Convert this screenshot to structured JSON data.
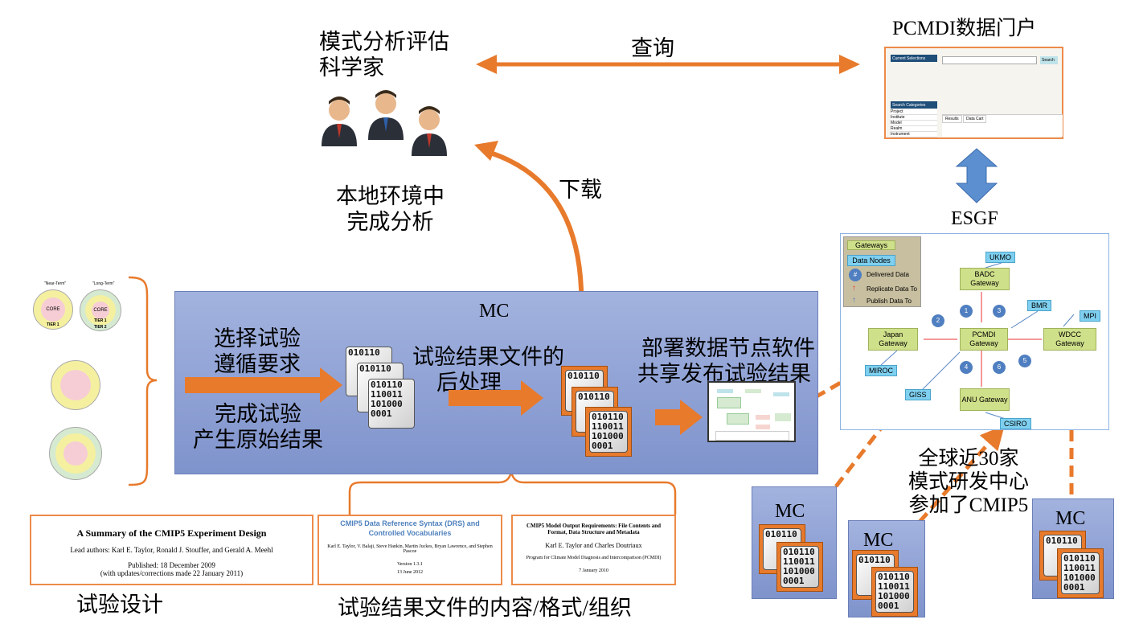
{
  "scientists": {
    "title_line1": "模式分析评估",
    "title_line2": "科学家",
    "local_line1": "本地环境中",
    "local_line2": "完成分析"
  },
  "query_label": "查询",
  "download_label": "下载",
  "portal": {
    "title": "PCMDI数据门户",
    "current_selections": "Current Selections",
    "search_button": "Search",
    "search_categories": "Search Categories",
    "categories": [
      "Project",
      "Institute",
      "Model",
      "Realm",
      "Instrument"
    ],
    "tabs": [
      "Results",
      "Data Cart"
    ]
  },
  "esgf": {
    "label": "ESGF",
    "legend": {
      "gateways": "Gateways",
      "data_nodes": "Data Nodes",
      "delivered": "Delivered Data",
      "delivered_symbol": "#",
      "replicate": "Replicate Data To",
      "publish": "Publish Data To"
    },
    "gateways": {
      "badc": "BADC Gateway",
      "pcmdi": "PCMDI Gateway",
      "japan": "Japan Gateway",
      "wdcc": "WDCC Gateway",
      "anu": "ANU Gateway"
    },
    "nodes": {
      "ukmo": "UKMO",
      "bmr": "BMR",
      "mpi": "MPI",
      "miroc": "MIROC",
      "giss": "GISS",
      "csiro": "CSIRO"
    },
    "numbers": [
      "1",
      "2",
      "3",
      "4",
      "5",
      "6"
    ]
  },
  "mc": {
    "title": "MC",
    "step1_line1": "选择试验",
    "step1_line2": "遵循要求",
    "step2_line1": "完成试验",
    "step2_line2": "产生原始结果",
    "step3_line1": "试验结果文件的",
    "step3_line2": "后处理",
    "step4_line1": "部署数据节点软件",
    "step4_line2": "共享发布试验结果"
  },
  "binary": [
    "010110",
    "110011",
    "101000",
    "0001"
  ],
  "docs": [
    {
      "title": "A Summary of the CMIP5 Experiment Design",
      "authors": "Lead authors: Karl E. Taylor, Ronald J. Stouffer, and Gerald A. Meehl",
      "line3": "Published: 18 December 2009",
      "line4": "(with updates/corrections made 22 January 2011)"
    },
    {
      "title": "CMIP5 Data Reference Syntax (DRS) and Controlled Vocabularies",
      "authors": "Karl E. Taylor, V. Balaji, Steve Hankin, Martin Juckes, Bryan Lawrence, and Stephen Pascoe",
      "line3": "Version 1.3.1",
      "line4": "13 June 2012"
    },
    {
      "title": "CMIP5 Model Output Requirements: File Contents and Format, Data Structure and Metadata",
      "authors": "Karl E. Taylor and Charles Doutriaux",
      "line3": "Program for Climate Model Diagnosis and Intercomparison (PCMDI)",
      "line4": "7 January 2010"
    }
  ],
  "tiers": {
    "near_term": "\"Near-Term\"",
    "long_term": "\"Long-Term\"",
    "core": "CORE",
    "tier1": "TIER 1",
    "tier2": "TIER 2"
  },
  "design_label": "试验设计",
  "format_label": "试验结果文件的内容/格式/组织",
  "global": {
    "line1": "全球近30家",
    "line2": "模式研发中心",
    "line3": "参加了CMIP5"
  },
  "small_mc": "MC",
  "colors": {
    "orange": "#e87a2c",
    "blue_box": "#8fa3d6",
    "gateway": "#cfe08a",
    "data_node": "#7fd0f0",
    "esgf_arrow": "#5b8fd0"
  }
}
